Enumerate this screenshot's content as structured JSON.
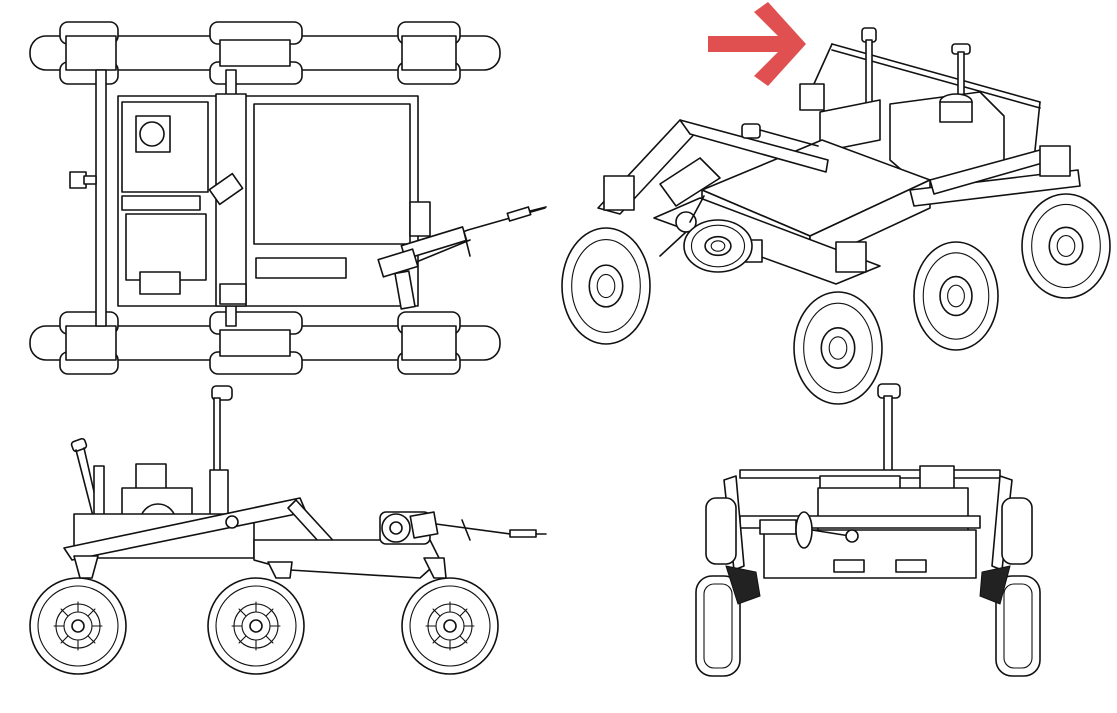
{
  "figure": {
    "subject": "rover",
    "views": [
      "top-view",
      "perspective-view",
      "side-view",
      "front-view"
    ]
  },
  "colors": {
    "background": "#ffffff",
    "ink": "#111111",
    "arrow": "#e05050"
  },
  "icons": {
    "pointer": "arrow-right-icon"
  }
}
